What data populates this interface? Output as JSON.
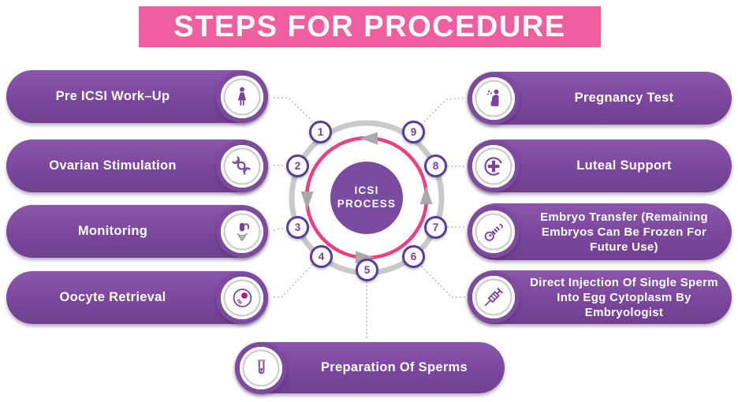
{
  "title": "STEPS FOR PROCEDURE",
  "colors": {
    "banner_pink": "#ef5f9f",
    "pill_purple": "#7b489c",
    "ring_pink": "#ec3f82",
    "ring_gray": "#c9c9c9",
    "arrow_gray": "#a9a9a9",
    "badge_border_purple": "#5a3d9a",
    "number_purple": "#7c3fa4",
    "center_circle_purple": "#7b4ba1",
    "oocyte_magenta": "#b51684"
  },
  "center_label": {
    "line1": "ICSI",
    "line2": "PROCESS"
  },
  "wheel": {
    "numbers": [
      "1",
      "2",
      "3",
      "4",
      "5",
      "6",
      "7",
      "8",
      "9"
    ]
  },
  "steps": {
    "left": [
      {
        "number": "1",
        "label": "Pre ICSI Work–Up",
        "icon": "woman-icon"
      },
      {
        "number": "2",
        "label": "Ovarian Stimulation",
        "icon": "dna-icon"
      },
      {
        "number": "3",
        "label": "Monitoring",
        "icon": "ultrasound-probe-icon"
      },
      {
        "number": "4",
        "label": "Oocyte Retrieval",
        "icon": "oocyte-icon"
      }
    ],
    "right": [
      {
        "number": "9",
        "label": "Pregnancy Test",
        "icon": "pregnant-woman-icon"
      },
      {
        "number": "8",
        "label": "Luteal Support",
        "icon": "medical-cross-icon"
      },
      {
        "number": "7",
        "label": "Embryo Transfer (Remaining Embryos Can Be Frozen For Future Use)",
        "lines": [
          "Embryo Transfer (Remaining",
          "Embryos Can Be Frozen For",
          "Future Use)"
        ],
        "icon": "embryo-transfer-catheter-icon"
      },
      {
        "number": "6",
        "label": "Direct Injection Of Single Sperm Into Egg Cytoplasm By Embryologist",
        "lines": [
          "Direct Injection Of Single Sperm",
          "Into Egg Cytoplasm By",
          "Embryologist"
        ],
        "icon": "syringe-icon"
      }
    ],
    "bottom": [
      {
        "number": "5",
        "label": "Preparation Of Sperms",
        "icon": "test-tube-icon"
      }
    ]
  }
}
